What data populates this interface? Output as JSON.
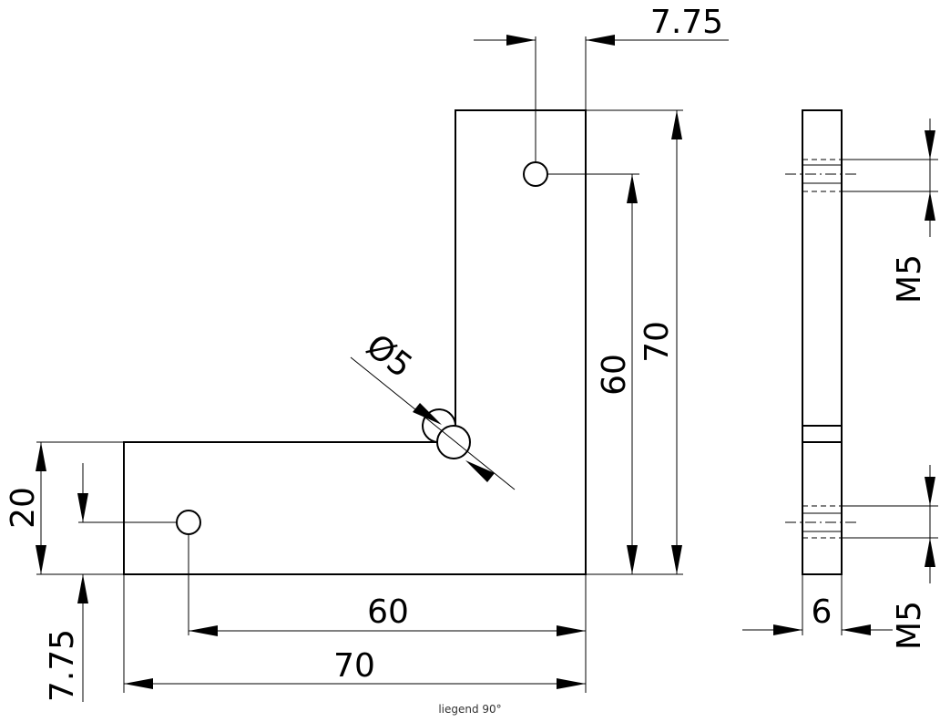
{
  "drawing": {
    "dimensions": {
      "hole_offset_top": "7.75",
      "hole_offset_left": "7.75",
      "height_outer": "70",
      "height_inner": "60",
      "width_outer": "70",
      "width_inner": "60",
      "leg_width": "20",
      "relief_diameter": "Ø5",
      "thickness": "6",
      "thread_top": "M5",
      "thread_bottom": "M5"
    }
  },
  "caption": "liegend 90°"
}
